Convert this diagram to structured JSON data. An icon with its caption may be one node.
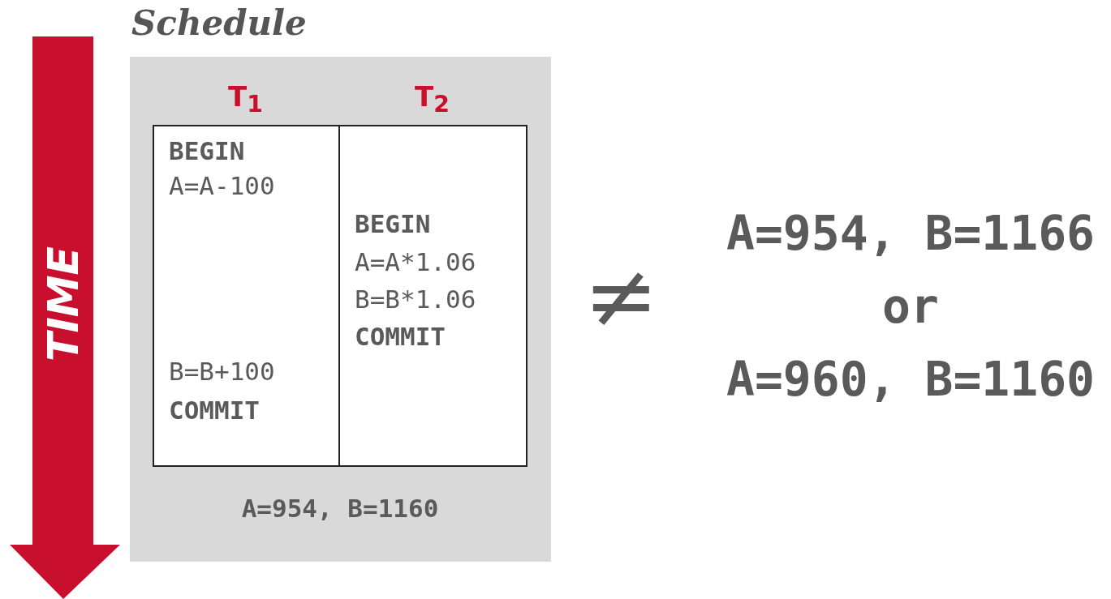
{
  "diagram": {
    "nodes": [
      {
        "text": [
          "Schedule",
          "A=954, B=1160"
        ]
      },
      {
        "text": [
          "T$_{1}$",
          "BEGIN",
          "A=A-100",
          "B=B+100",
          "COMMIT"
        ],
        "in": 0
      },
      {
        "text": [
          "T$_{2}$",
          "BEGIN",
          "A=A*1.06",
          "B=B*1.06",
          "COMMIT"
        ],
        "in": 0
      }
    ],
    "edges": [],
    "labels": [
      "TIME",
      "≠",
      "A=954, B=1166",
      "or",
      "A=960, B=1160"
    ]
  }
}
